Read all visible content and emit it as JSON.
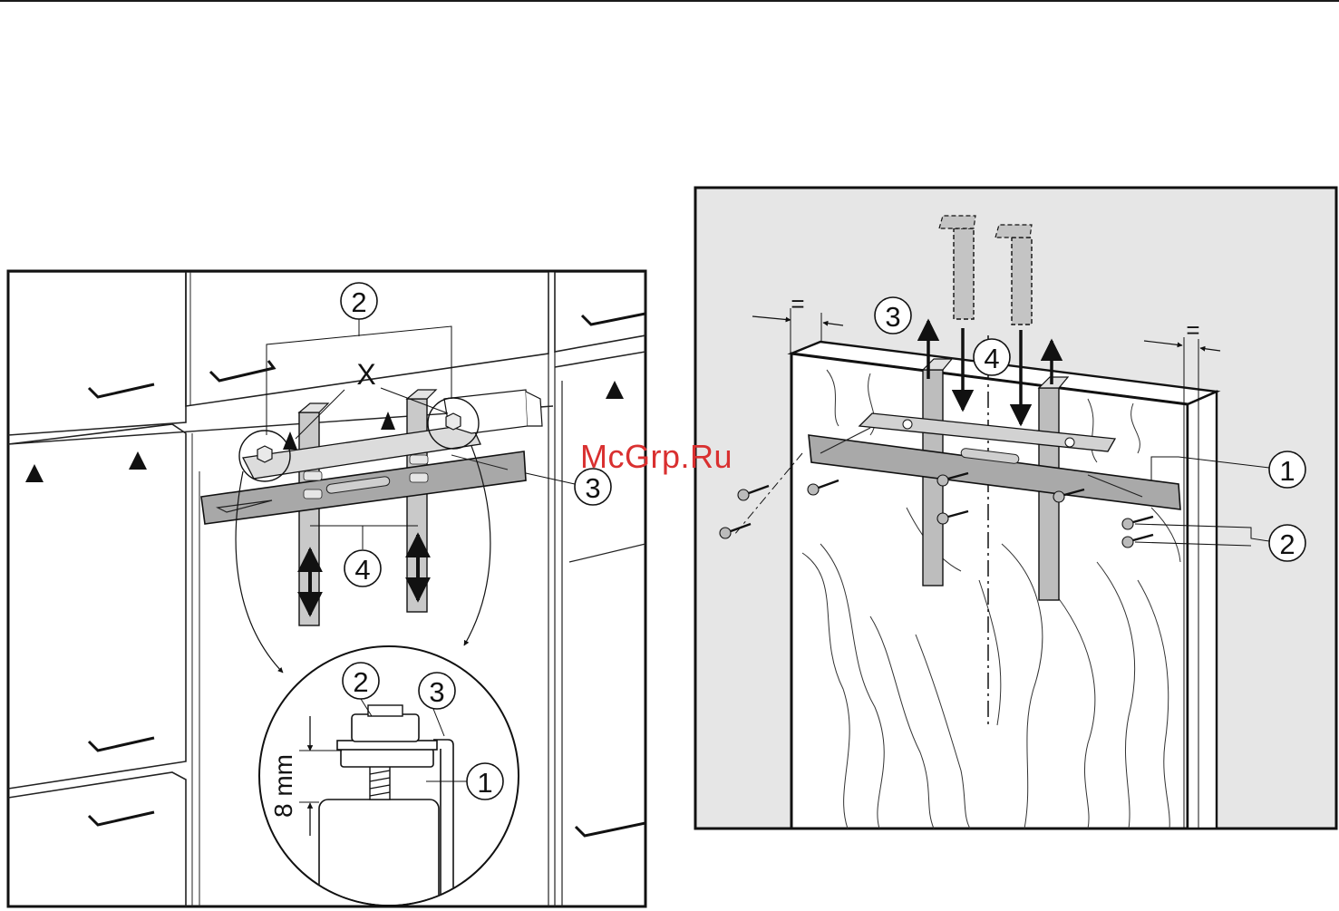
{
  "watermark": "McGrp.Ru",
  "left_figure": {
    "callouts": {
      "c2": "2",
      "c3": "3",
      "c4": "4",
      "x_mark": "X"
    },
    "detail": {
      "c1": "1",
      "c2": "2",
      "c3": "3",
      "dimension": "8 mm"
    }
  },
  "right_figure": {
    "callouts": {
      "c1": "1",
      "c2": "2",
      "c3": "3",
      "c4": "4",
      "eq_left": "=",
      "eq_right": "="
    }
  }
}
